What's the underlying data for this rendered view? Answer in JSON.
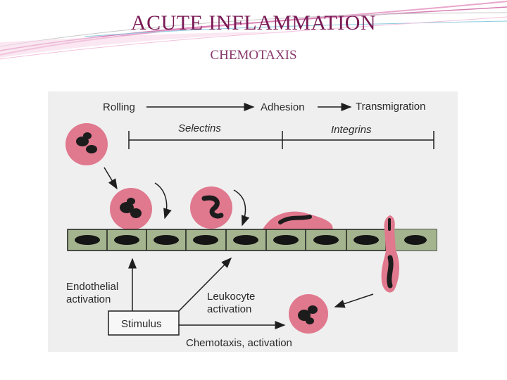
{
  "slide": {
    "title": "ACUTE INFLAMMATION",
    "subtitle": "CHEMOTAXIS"
  },
  "diagram": {
    "rolling": "Rolling",
    "adhesion": "Adhesion",
    "transmigration": "Transmigration",
    "selectins": "Selectins",
    "integrins": "Integrins",
    "endothelial_line1": "Endothelial",
    "endothelial_line2": "activation",
    "leukocyte_line1": "Leukocyte",
    "leukocyte_line2": "activation",
    "stimulus": "Stimulus",
    "chemotaxis": "Chemotaxis, activation"
  },
  "colors": {
    "title": "#7a1a55",
    "leukocyte": "#e0788e",
    "nucleus": "#1c1c1c",
    "endothelium": "#a4b48e",
    "endothelial_nucleus": "#151515"
  }
}
